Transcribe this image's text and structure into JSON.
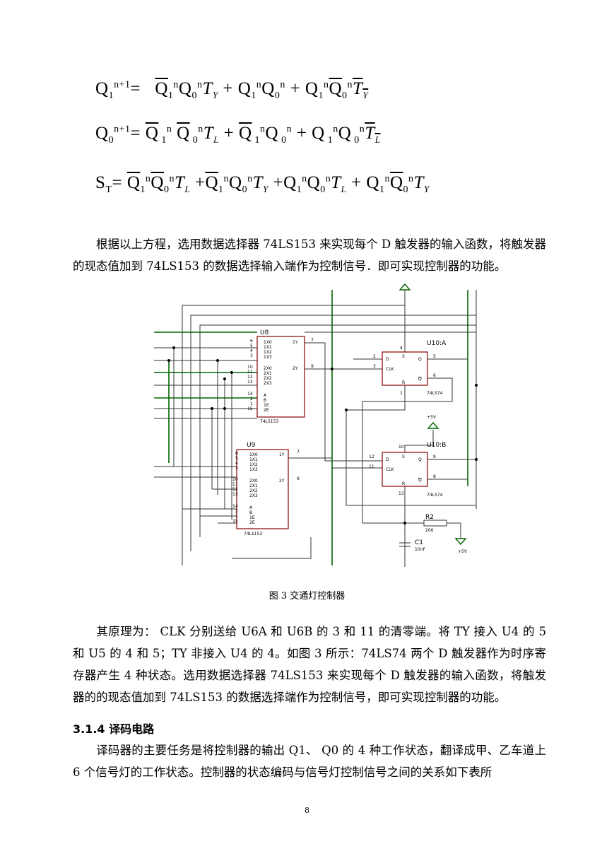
{
  "equations": [
    {
      "lhs": "Q1n+1=",
      "rhs": "Q̄1n Q0n TY + Q1n Q0n + Q1n Q̄0n T̄Y"
    },
    {
      "lhs": "Q0n+1=",
      "rhs": "Q̄1n Q̄0n TL + Q̄1n Q0n + Q1n Q0n T̄L"
    },
    {
      "lhs": "ST=",
      "rhs": "Q̄1n Q̄0n TL + Q̄1n Q0n TY + Q1n Q0n TL + Q1n Q̄0n TY"
    }
  ],
  "paragraph1": "根据以上方程，选用数据选择器 74LS153 来实现每个 D 触发器的输入函数，将触发器的现态值加到 74LS153 的数据选择输入端作为控制信号．即可实现控制器的功能。",
  "circuit": {
    "u8_label": "U8",
    "u9_label": "U9",
    "u10a_label": "U10:A",
    "u10b_label": "U10:B",
    "mux_part": "74LS153",
    "ff_part": "74LS74",
    "mux_pins_left": [
      "1X0",
      "1X1",
      "1X2",
      "1X3",
      "2X0",
      "2X1",
      "2X2",
      "2X3",
      "A",
      "B",
      "1E",
      "2E"
    ],
    "mux_pin_nums": [
      "6",
      "5",
      "4",
      "3",
      "10",
      "11",
      "12",
      "13",
      "14",
      "2",
      "1",
      "15"
    ],
    "mux_out1": "1Y",
    "mux_out2": "2Y",
    "mux_out1_num": "7",
    "mux_out2_num": "9",
    "ff_d": "D",
    "ff_clk": "CLK",
    "ff_q": "Q",
    "ff_qn": "Q",
    "ff_a_pins": [
      "2",
      "3",
      "5",
      "6",
      "4",
      "1"
    ],
    "ff_b_pins": [
      "12",
      "11",
      "9",
      "8",
      "10",
      "13"
    ],
    "ff_s": "S",
    "ff_r": "R",
    "vcc1": "+5V",
    "vcc2": "+5V",
    "r2_label": "R2",
    "r2_value": "200",
    "c1_label": "C1",
    "c1_value": "10nF"
  },
  "caption": "图 3  交通灯控制器",
  "paragraph2": "其原理为：  CLK 分别送给 U6A 和 U6B 的 3 和 11 的清零端。将 TY 接入 U4 的 5 和 U5 的 4 和 5；TY 非接入 U4 的 4。如图 3 所示：74LS74 两个 D 触发器作为时序寄存器产生 4 种状态。选用数据选择器 74LS153 来实现每个 D 触发器的输入函数，将触发器的的现态值加到 74LS153 的数据选择端作为控制信号，即可实现控制器的功能。",
  "heading": "3.1.4 译码电路",
  "paragraph3": "译码器的主要任务是将控制器的输出 Q1、 Q0 的 4 种工作状态，翻译成甲、乙车道上 6 个信号灯的工作状态。控制器的状态编码与信号灯控制信号之间的关系如下表所",
  "page_number": "8"
}
